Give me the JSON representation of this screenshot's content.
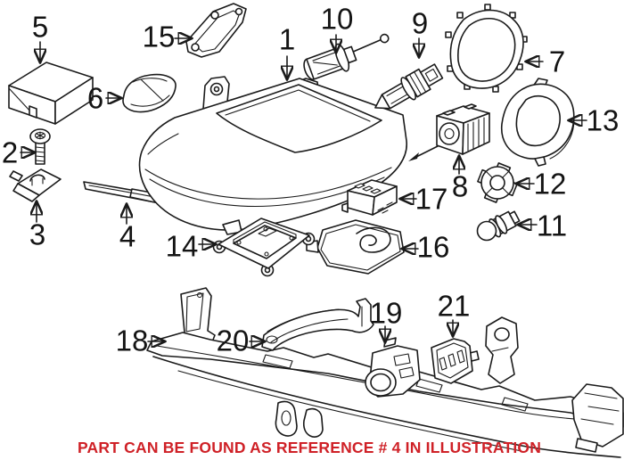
{
  "diagram": {
    "kind": "exploded-parts-illustration",
    "subject": "headlight-assembly-and-support-carrier",
    "background_color": "#ffffff",
    "line_color": "#1a1a1a"
  },
  "callouts": [
    {
      "ref": "1",
      "part": "headlight-assembly"
    },
    {
      "ref": "2",
      "part": "screw"
    },
    {
      "ref": "3",
      "part": "clip-nut"
    },
    {
      "ref": "4",
      "part": "trim-strip"
    },
    {
      "ref": "5",
      "part": "control-module-box"
    },
    {
      "ref": "6",
      "part": "cover-cap"
    },
    {
      "ref": "7",
      "part": "seal-gasket"
    },
    {
      "ref": "8",
      "part": "xenon-igniter-with-bulb"
    },
    {
      "ref": "9",
      "part": "bulb-with-socket"
    },
    {
      "ref": "10",
      "part": "halogen-bulb"
    },
    {
      "ref": "11",
      "part": "small-bulb"
    },
    {
      "ref": "12",
      "part": "bulb-socket"
    },
    {
      "ref": "13",
      "part": "rear-cover-cap"
    },
    {
      "ref": "14",
      "part": "driver-module"
    },
    {
      "ref": "15",
      "part": "mounting-bracket"
    },
    {
      "ref": "16",
      "part": "ballast-unit"
    },
    {
      "ref": "17",
      "part": "connector-module"
    },
    {
      "ref": "18",
      "part": "headlight-support-carrier"
    },
    {
      "ref": "19",
      "part": "sensor"
    },
    {
      "ref": "20",
      "part": "bracket-arm"
    },
    {
      "ref": "21",
      "part": "holder-plate"
    }
  ],
  "notice": {
    "text": "PART CAN BE FOUND AS REFERENCE # 4 IN ILLUSTRATION",
    "color": "#cf2127"
  }
}
